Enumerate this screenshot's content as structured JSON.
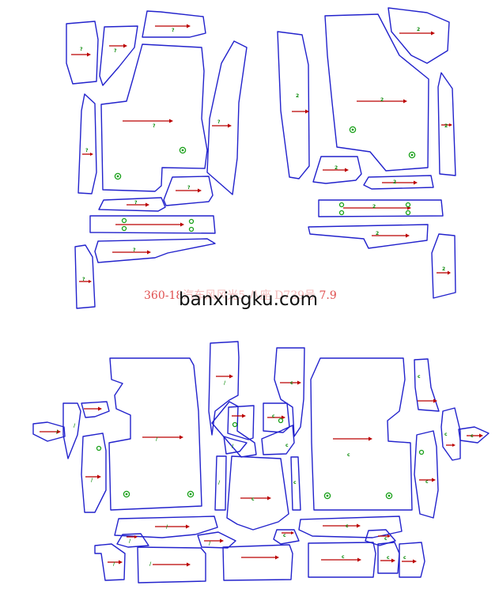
{
  "caption": "360-18汽车风风光5 八座 D739号 7.9",
  "watermark": "banxingku.com",
  "colors": {
    "outline": "#2222cc",
    "arrow": "#bb0000",
    "marker": "#18a018",
    "caption": "#e05050",
    "background": "#ffffff"
  },
  "set_top_tags": [
    "?",
    "2"
  ],
  "set_bottom_tags": [
    "/",
    "c"
  ]
}
